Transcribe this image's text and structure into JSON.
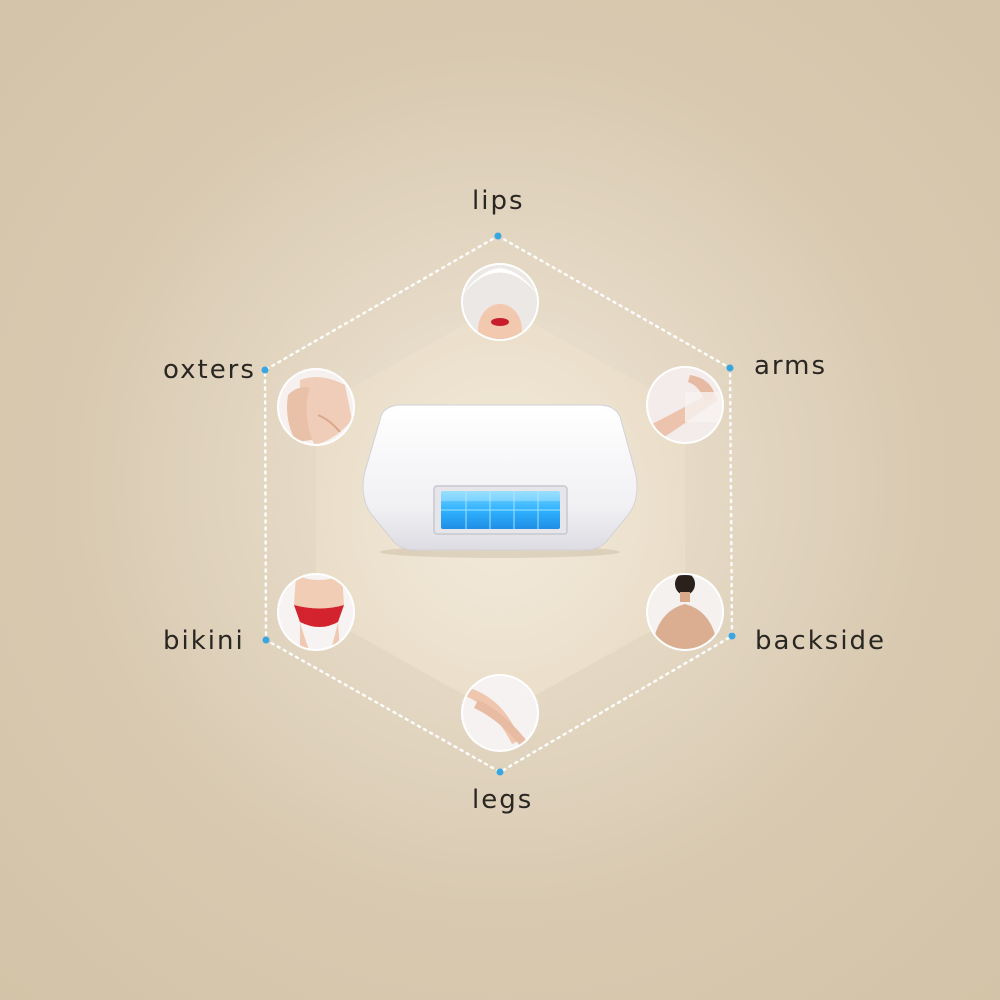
{
  "labels": {
    "lips": "lips",
    "arms": "arms",
    "oxters": "oxters",
    "bikini": "bikini",
    "backside": "backside",
    "legs": "legs"
  },
  "colors": {
    "dot": "#3aa6e0",
    "dotted_line": "#ffffff",
    "lamp_glow": "#36b4ff",
    "device_body": "#f6f6f8",
    "hexagon_fill": "#efe4d0"
  },
  "icons": {
    "center": "hair-removal-lamp-cartridge",
    "areas": [
      "lips-area-photo",
      "arms-area-photo",
      "oxters-area-photo",
      "bikini-area-photo",
      "backside-area-photo",
      "legs-area-photo"
    ]
  }
}
